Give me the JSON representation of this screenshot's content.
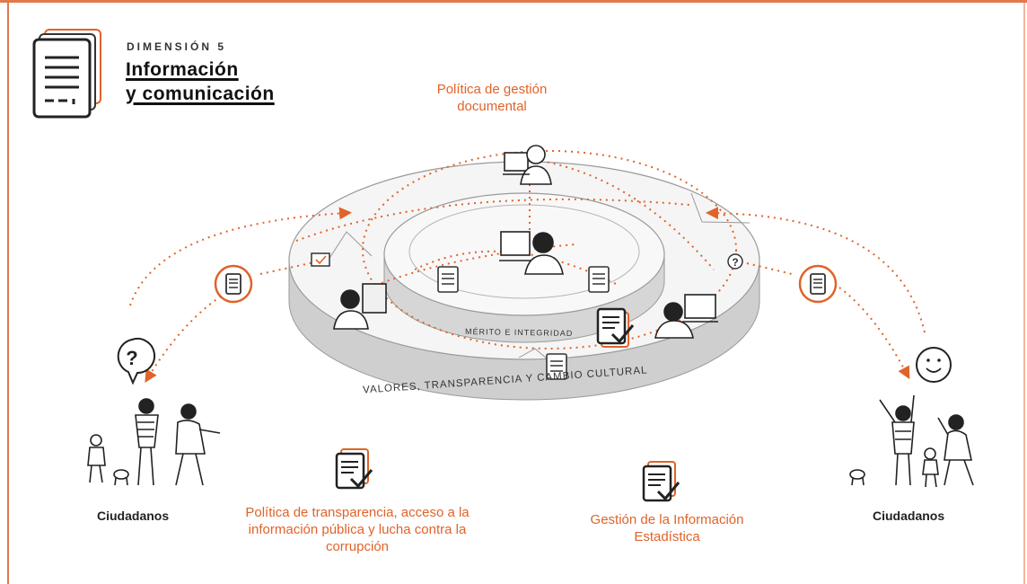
{
  "header": {
    "dimension_label": "DIMENSIÓN 5",
    "title_line1": "Información",
    "title_line2": "y comunicación"
  },
  "labels": {
    "top_policy": "Política de gestión documental",
    "bottom_left_policy": "Política de transparencia, acceso a la información pública y lucha contra la corrupción",
    "bottom_right_policy": "Gestión de la Información Estadística",
    "citizens_left": "Ciudadanos",
    "citizens_right": "Ciudadanos"
  },
  "rings": {
    "inner": "MÉRITO E INTEGRIDAD",
    "outer": "VALORES, TRANSPARENCIA Y CAMBIO CULTURAL"
  },
  "icons": {
    "question": "?"
  },
  "colors": {
    "accent": "#e0632a",
    "ring_side": "#d0d0d0",
    "ring_top": "#f4f4f4",
    "frame": "#e07a4a"
  }
}
